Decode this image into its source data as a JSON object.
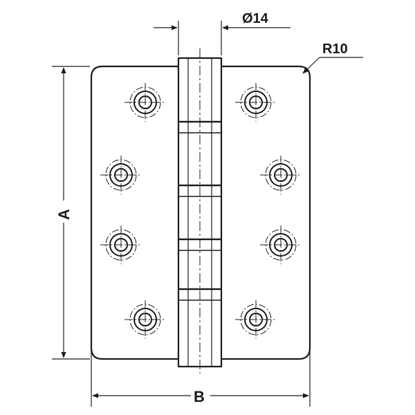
{
  "labels": {
    "pin_diameter": "Ø14",
    "corner_radius": "R10",
    "height": "A",
    "width": "B"
  },
  "colors": {
    "line": "#1a1a1a",
    "background": "#ffffff"
  },
  "hinge": {
    "holes_per_leaf": 4,
    "knuckles": 5
  }
}
